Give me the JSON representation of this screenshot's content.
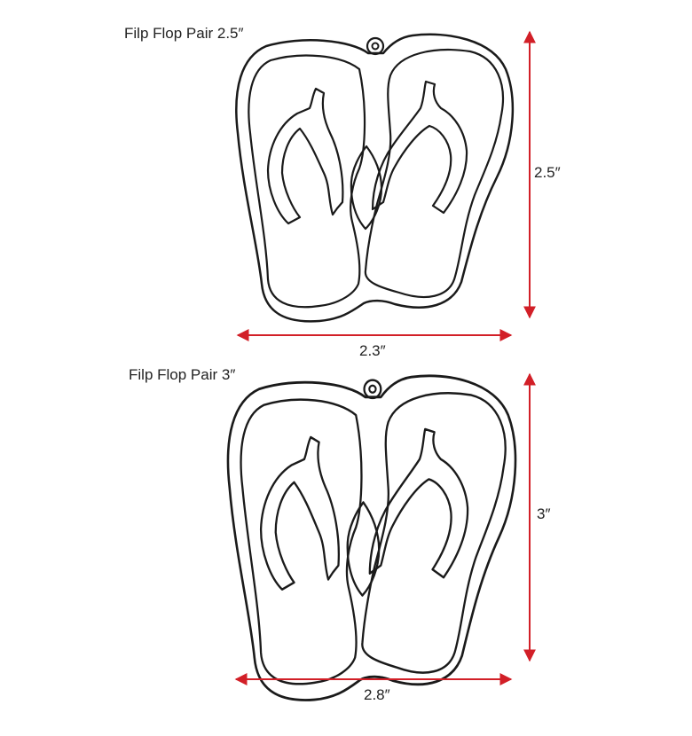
{
  "colors": {
    "outline": "#1a1a1a",
    "dimension": "#d21f27",
    "text": "#222222"
  },
  "icons": [
    "flip-flop-pair-outline",
    "hang-hole"
  ],
  "panels": [
    {
      "title": "Filp Flop Pair 2.5″",
      "width_label": "2.3″",
      "height_label": "2.5″"
    },
    {
      "title": "Filp Flop Pair 3″",
      "width_label": "2.8″",
      "height_label": "3″"
    }
  ]
}
